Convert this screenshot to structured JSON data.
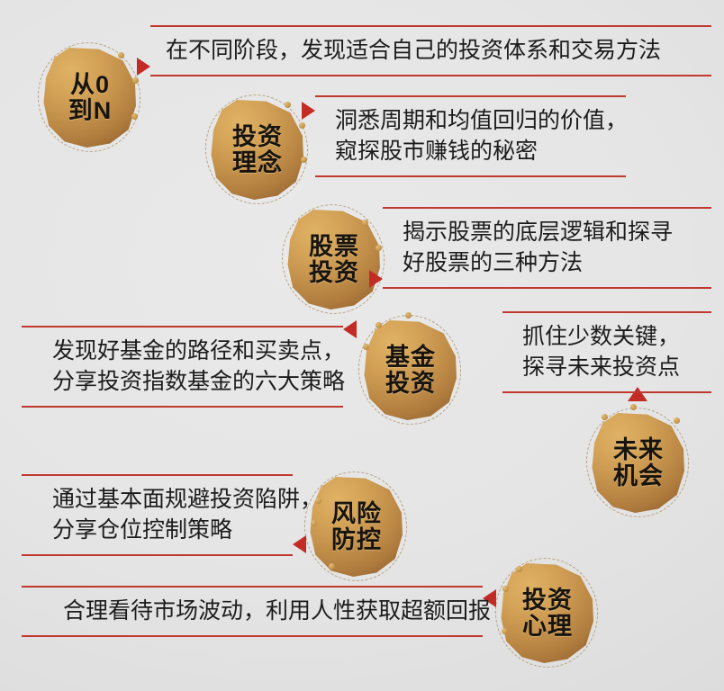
{
  "theme": {
    "background_color": "#e4e4e4",
    "badge_gold_light": "#e0b264",
    "badge_gold_dark": "#9d6c34",
    "rule_color": "#c0392f",
    "arrow_color": "#c32b25",
    "text_color": "#1c1c1c"
  },
  "items": [
    {
      "badge": {
        "line1": "从0",
        "line2": "到N"
      },
      "arrow": "right",
      "text": {
        "line1": "在不同阶段，发现适合自己的投资体系和交易方法",
        "line2": ""
      }
    },
    {
      "badge": {
        "line1": "投资",
        "line2": "理念"
      },
      "arrow": "right",
      "text": {
        "line1": "洞悉周期和均值回归的价值，",
        "line2": "窥探股市赚钱的秘密"
      }
    },
    {
      "badge": {
        "line1": "股票",
        "line2": "投资"
      },
      "arrow": "right",
      "text": {
        "line1": "揭示股票的底层逻辑和探寻",
        "line2": "好股票的三种方法"
      }
    },
    {
      "badge": {
        "line1": "基金",
        "line2": "投资"
      },
      "arrow": "left",
      "text": {
        "line1": "发现好基金的路径和买卖点，",
        "line2": "分享投资指数基金的六大策略"
      }
    },
    {
      "badge": {
        "line1": "未来",
        "line2": "机会"
      },
      "arrow": "up",
      "text": {
        "line1": "抓住少数关键，",
        "line2": "探寻未来投资点"
      }
    },
    {
      "badge": {
        "line1": "风险",
        "line2": "防控"
      },
      "arrow": "left",
      "text": {
        "line1": "通过基本面规避投资陷阱，",
        "line2": "分享仓位控制策略"
      }
    },
    {
      "badge": {
        "line1": "投资",
        "line2": "心理"
      },
      "arrow": "left",
      "text": {
        "line1": "合理看待市场波动，利用人性获取超额回报",
        "line2": ""
      }
    }
  ]
}
